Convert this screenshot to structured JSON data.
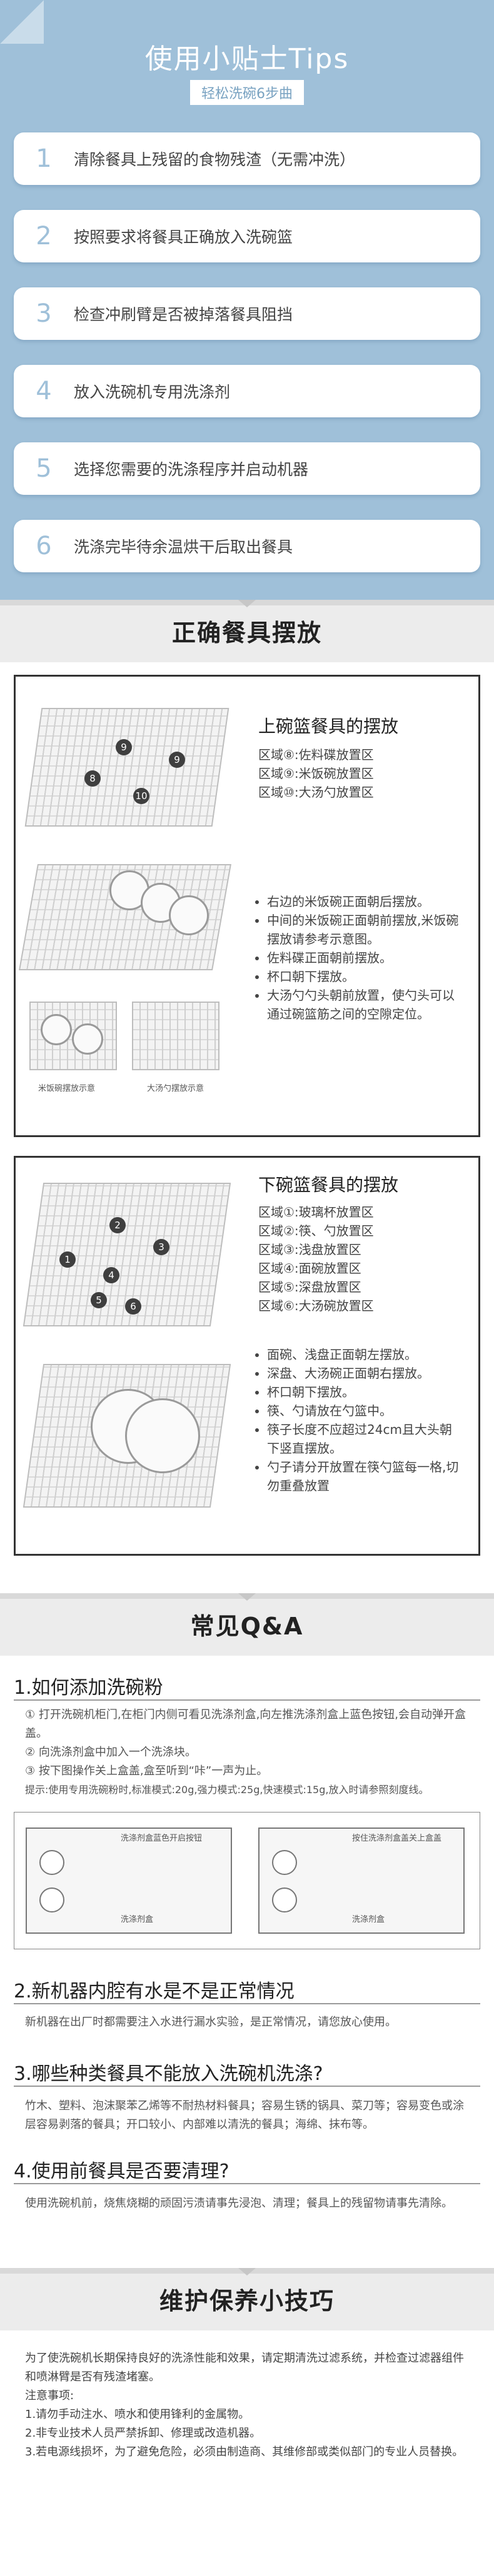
{
  "tips": {
    "title": "使用小贴士Tips",
    "subtitle": "轻松洗碗6步曲",
    "steps": [
      {
        "num": "1",
        "text": "清除餐具上残留的食物残渣（无需冲洗）"
      },
      {
        "num": "2",
        "text": "按照要求将餐具正确放入洗碗篮"
      },
      {
        "num": "3",
        "text": "检查冲刷臂是否被掉落餐具阻挡"
      },
      {
        "num": "4",
        "text": "放入洗碗机专用洗涤剂"
      },
      {
        "num": "5",
        "text": "选择您需要的洗涤程序并启动机器"
      },
      {
        "num": "6",
        "text": "洗涤完毕待余温烘干后取出餐具"
      }
    ]
  },
  "placement": {
    "heading": "正确餐具摆放",
    "upper": {
      "title": "上碗篮餐具的摆放",
      "zones": [
        "区域⑧:佐料碟放置区",
        "区域⑨:米饭碗放置区",
        "区域⑩:大汤勺放置区"
      ],
      "notes": [
        "右边的米饭碗正面朝后摆放。",
        "中间的米饭碗正面朝前摆放,米饭碗摆放请参考示意图。",
        "佐料碟正面朝前摆放。",
        "杯口朝下摆放。",
        "大汤勺勺头朝前放置，使勺头可以通过碗篮筋之间的空隙定位。"
      ],
      "badges": [
        "9",
        "8",
        "9",
        "10"
      ],
      "captions": [
        "米饭碗摆放示意",
        "大汤勺摆放示意"
      ]
    },
    "lower": {
      "title": "下碗篮餐具的摆放",
      "zones": [
        "区域①:玻璃杯放置区",
        "区域②:筷、勺放置区",
        "区域③:浅盘放置区",
        "区域④:面碗放置区",
        "区域⑤:深盘放置区",
        "区域⑥:大汤碗放置区"
      ],
      "notes": [
        "面碗、浅盘正面朝左摆放。",
        "深盘、大汤碗正面朝右摆放。",
        "杯口朝下摆放。",
        "筷、勺请放在勺篮中。",
        "筷子长度不应超过24cm且大头朝下竖直摆放。",
        "勺子请分开放置在筷勺篮每一格,切勿重叠放置"
      ],
      "badges": [
        "1",
        "2",
        "3",
        "4",
        "5",
        "6"
      ]
    }
  },
  "qa": {
    "heading": "常见Q&A",
    "items": [
      {
        "q": "1.如何添加洗碗粉",
        "a": [
          "① 打开洗碗机柜门,在柜门内侧可看见洗涤剂盒,向左推洗涤剂盒上蓝色按钮,会自动弹开盒盖。",
          "② 向洗涤剂盒中加入一个洗涤块。",
          "③ 按下图操作关上盒盖,盒至听到“咔”一声为止。",
          "提示:使用专用洗碗粉时,标准模式:20g,强力模式:25g,快速模式:15g,放入时请参照刻度线。"
        ],
        "diagram_labels": [
          "洗涤剂盒蓝色开启按钮",
          "洗涤剂盒",
          "按住洗涤剂盒盖关上盒盖",
          "洗涤剂盒"
        ]
      },
      {
        "q": "2.新机器内腔有水是不是正常情况",
        "a": [
          "新机器在出厂时都需要注入水进行漏水实验，是正常情况，请您放心使用。"
        ]
      },
      {
        "q": "3.哪些种类餐具不能放入洗碗机洗涤?",
        "a": [
          "竹木、塑料、泡沫聚苯乙烯等不耐热材料餐具；容易生锈的锅具、菜刀等；容易变色或涂层容易剥落的餐具；开口较小、内部难以清洗的餐具；海绵、抹布等。"
        ]
      },
      {
        "q": "4.使用前餐具是否要清理?",
        "a": [
          "使用洗碗机前，烧焦烧糊的顽固污渍请事先浸泡、清理；餐具上的残留物请事先清除。"
        ]
      }
    ]
  },
  "maintenance": {
    "heading": "维护保养小技巧",
    "paragraphs": [
      "为了使洗碗机长期保持良好的洗涤性能和效果，请定期清洗过滤系统，并检查过滤器组件和喷淋臂是否有残渣堵塞。",
      "注意事项:",
      "1.请勿手动注水、喷水和使用锋利的金属物。",
      "2.非专业技术人员严禁拆卸、修理或改造机器。",
      "3.若电源线损坏，为了避免危险，必须由制造商、其维修部或类似部门的专业人员替换。"
    ]
  }
}
